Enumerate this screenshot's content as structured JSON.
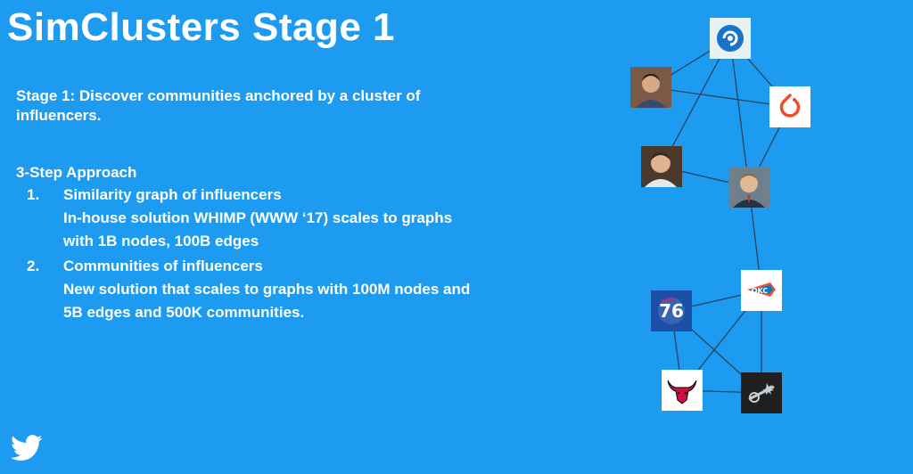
{
  "slide": {
    "title": "SimClusters Stage 1",
    "intro_line_1": "Stage 1: Discover communities anchored by a cluster of",
    "intro_line_2": "influencers.",
    "approach_heading": "3-Step Approach",
    "steps": [
      {
        "number": "1.",
        "line_1": "Similarity graph of influencers",
        "line_2": "In-house solution WHIMP (WWW ‘17) scales to graphs",
        "line_3": "with 1B nodes, 100B edges"
      },
      {
        "number": "2.",
        "line_1": "Communities of influencers",
        "line_2": "New solution that scales to graphs with 100M nodes and",
        "line_3": "5B edges and 500K communities."
      }
    ]
  },
  "graph": {
    "nodes": [
      {
        "name": "deepmind-logo-node",
        "icon": "deepmind-logo"
      },
      {
        "name": "pytorch-logo-node",
        "icon": "pytorch-logo"
      },
      {
        "name": "person-photo-node-1",
        "icon": "person-photo"
      },
      {
        "name": "person-photo-node-2",
        "icon": "person-photo"
      },
      {
        "name": "person-photo-node-3",
        "icon": "person-photo"
      },
      {
        "name": "okc-thunder-logo-node",
        "icon": "okc-logo",
        "text": "OKC"
      },
      {
        "name": "sixers-logo-node",
        "icon": "76ers-logo",
        "text": "76"
      },
      {
        "name": "bulls-logo-node",
        "icon": "bulls-logo"
      },
      {
        "name": "spurs-logo-node",
        "icon": "spurs-logo"
      }
    ]
  },
  "colors": {
    "background": "#1d9bf0",
    "text": "#ffffff",
    "edge": "#2b3440"
  },
  "footer": {
    "logo_icon": "twitter-bird-icon"
  }
}
